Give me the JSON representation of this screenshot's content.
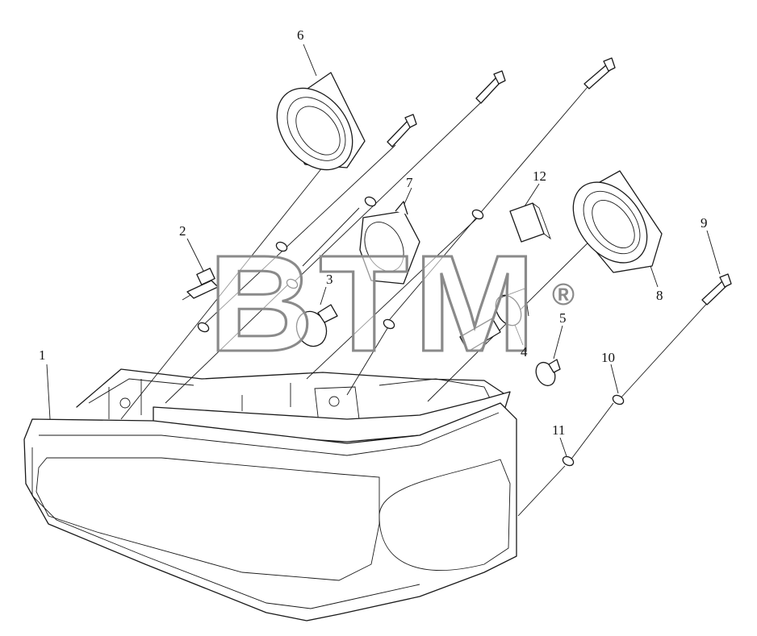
{
  "watermark": {
    "text": "BTM",
    "mark": "®"
  },
  "callouts": [
    "1",
    "2",
    "3",
    "4",
    "5",
    "6",
    "7",
    "8",
    "9",
    "10",
    "11",
    "12"
  ],
  "colors": {
    "line": "#1a1a1a",
    "watermark": "#8a8a8a",
    "background": "#ffffff"
  }
}
